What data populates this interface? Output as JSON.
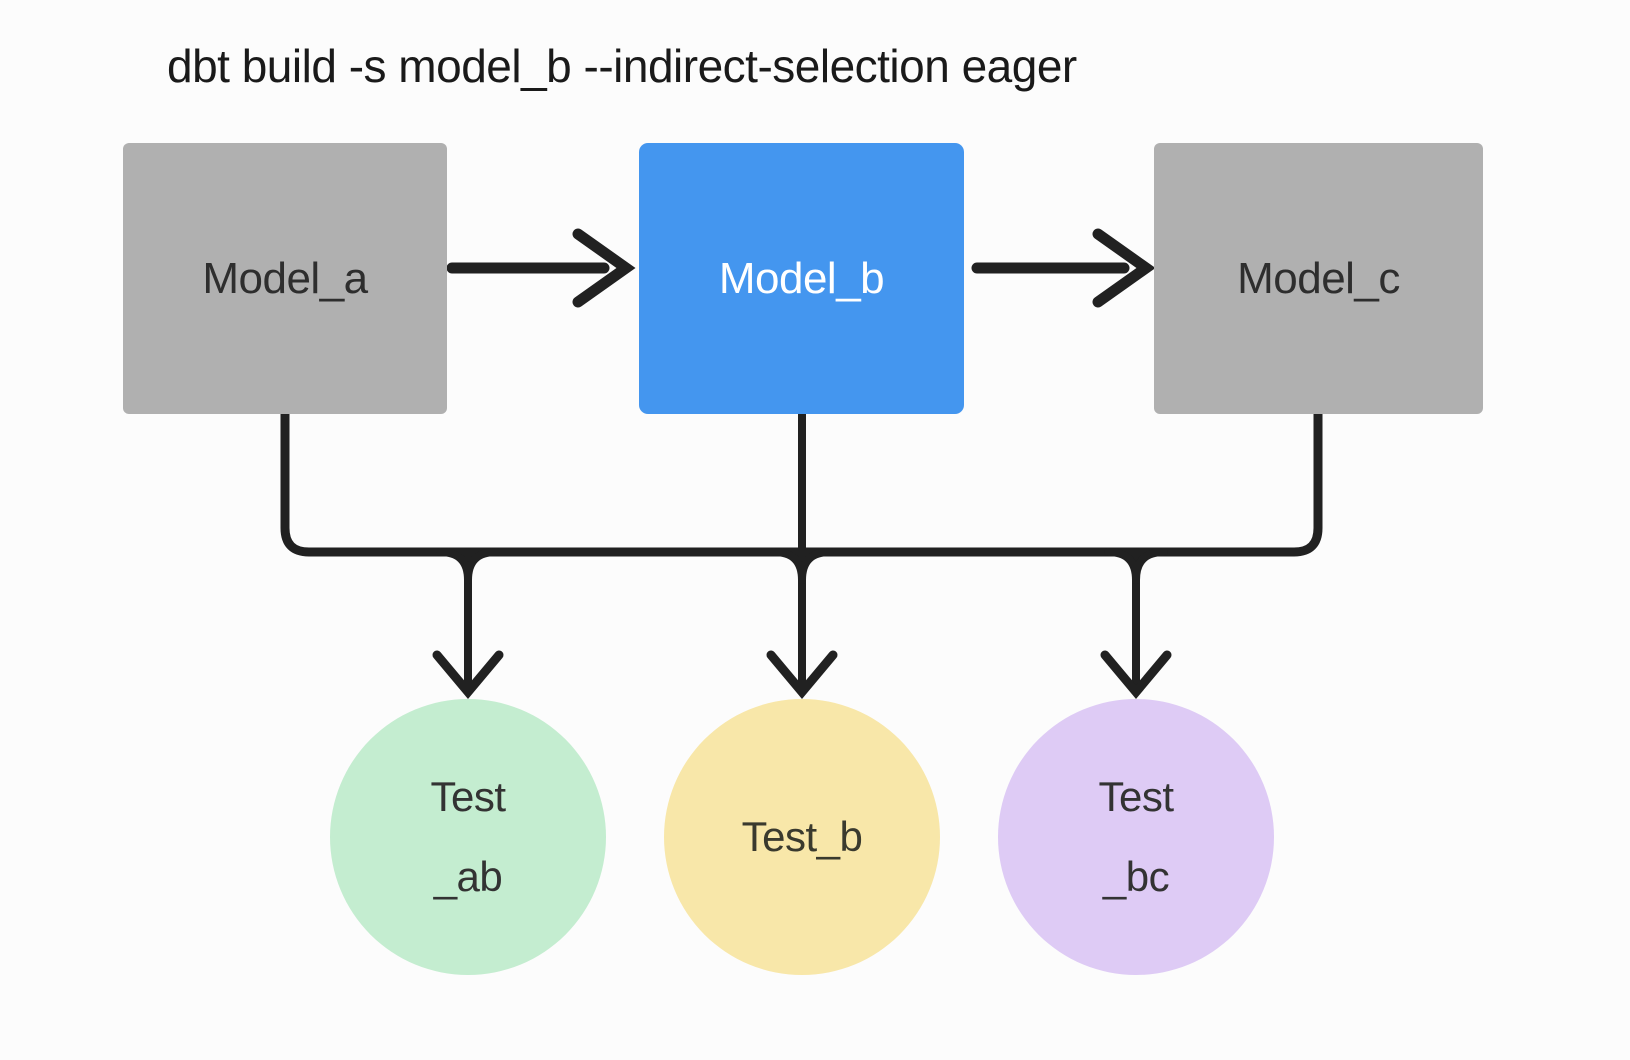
{
  "title": "dbt build -s model_b --indirect-selection eager",
  "models": [
    {
      "id": "model_a",
      "label": "Model_a",
      "fill": "#B0B0B0",
      "text_color": "#2E2E2E"
    },
    {
      "id": "model_b",
      "label": "Model_b",
      "fill": "#4496EF",
      "text_color": "#FFFFFF"
    },
    {
      "id": "model_c",
      "label": "Model_c",
      "fill": "#B0B0B0",
      "text_color": "#2E2E2E"
    }
  ],
  "tests": [
    {
      "id": "test_ab",
      "line1": "Test",
      "line2": "_ab",
      "fill": "#C4EDD0",
      "text_color": "#333333"
    },
    {
      "id": "test_b",
      "line1": "Test_b",
      "line2": "",
      "fill": "#F8E7A9",
      "text_color": "#3A3A2E"
    },
    {
      "id": "test_bc",
      "line1": "Test",
      "line2": "_bc",
      "fill": "#DECBF5",
      "text_color": "#333333"
    }
  ],
  "edges": {
    "color": "#212121"
  }
}
